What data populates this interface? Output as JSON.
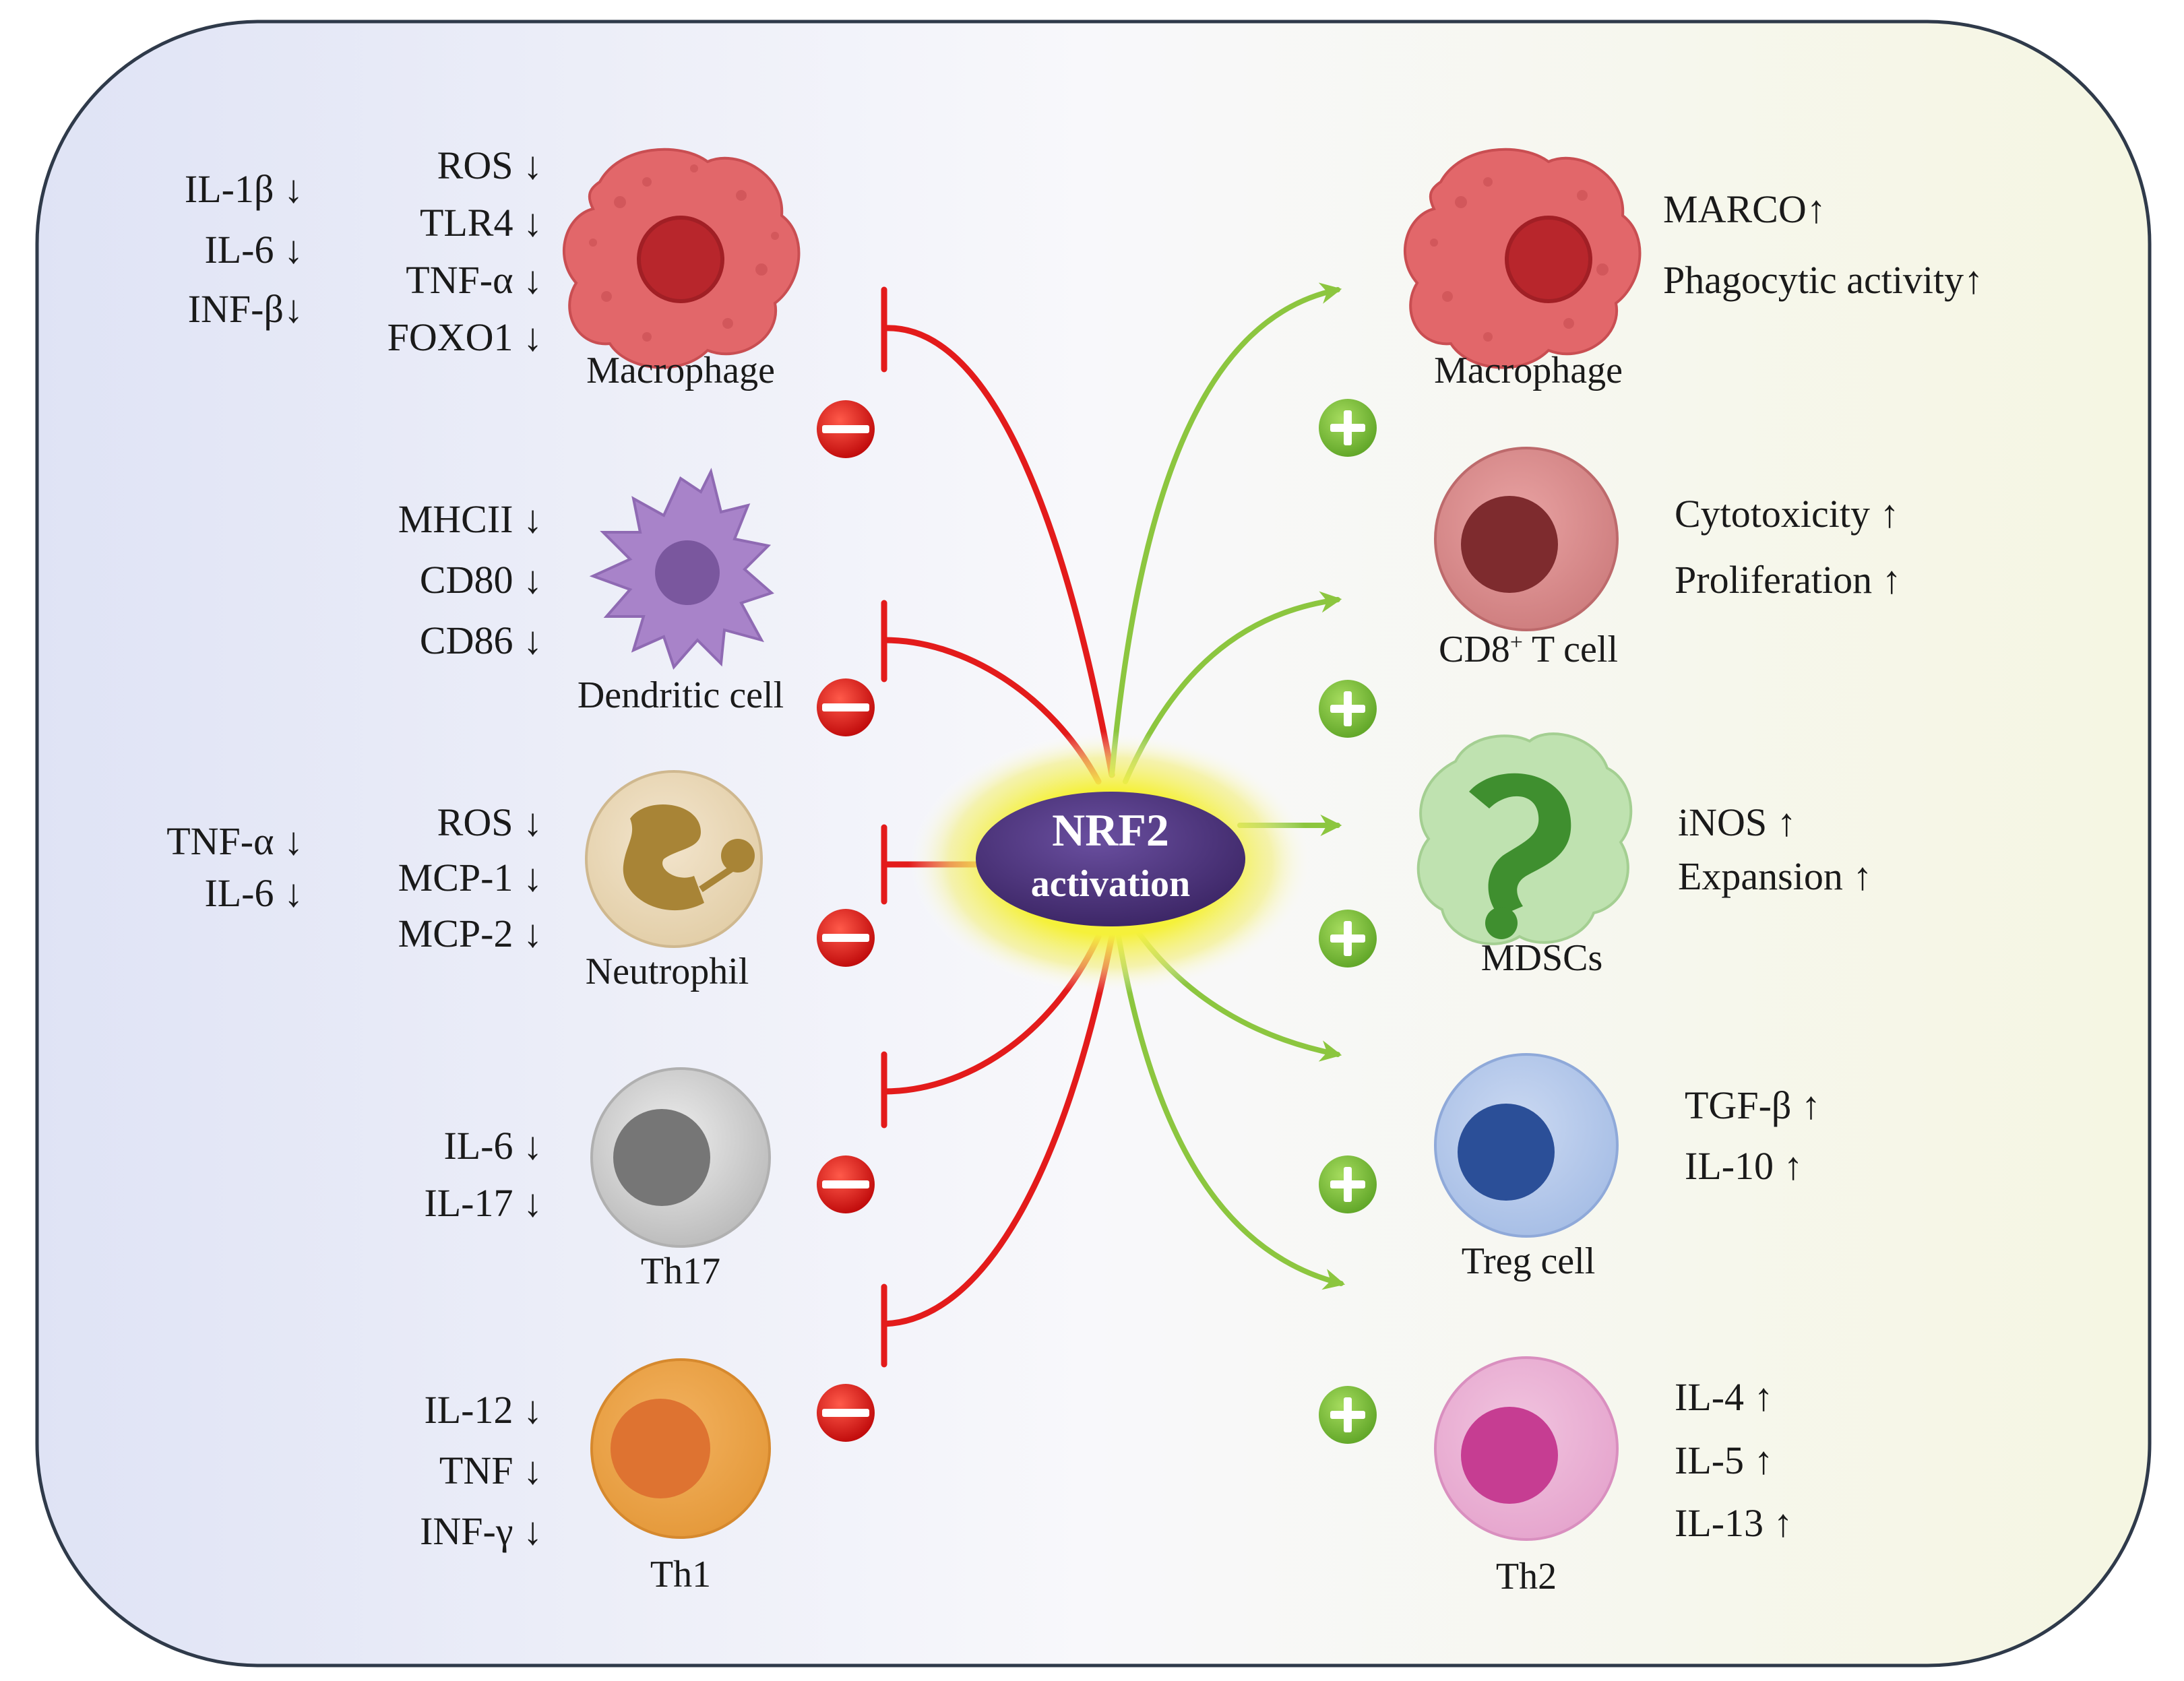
{
  "center": {
    "line1": "NRF2",
    "line2": "activation"
  },
  "colors": {
    "inhibit": "#e31b1b",
    "promote": "#8cc63f",
    "center": "#4a2f78",
    "glow": "#f2ee3a",
    "panel_left": "#e3e6f6",
    "panel_right": "#f6f7e4",
    "border": "#2f3a4a"
  },
  "left": {
    "macrophage": {
      "name": "Macrophage",
      "outer": [
        "IL-1β ↓",
        "IL-6 ↓",
        "INF-β↓"
      ],
      "inner": [
        "ROS ↓",
        "TLR4 ↓",
        "TNF-α ↓",
        "FOXO1 ↓"
      ]
    },
    "dendritic": {
      "name": "Dendritic cell",
      "inner": [
        "MHCII ↓",
        "CD80 ↓",
        "CD86 ↓"
      ]
    },
    "neutrophil": {
      "name": "Neutrophil",
      "outer": [
        "TNF-α ↓",
        "IL-6 ↓"
      ],
      "inner": [
        "ROS ↓",
        "MCP-1 ↓",
        "MCP-2 ↓"
      ]
    },
    "th17": {
      "name": "Th17",
      "inner": [
        "IL-6 ↓",
        "IL-17 ↓"
      ]
    },
    "th1": {
      "name": "Th1",
      "inner": [
        "IL-12 ↓",
        "TNF ↓",
        "INF-γ ↓"
      ]
    }
  },
  "right": {
    "macrophage": {
      "name": "Macrophage",
      "markers": [
        "MARCO↑",
        "Phagocytic activity↑"
      ]
    },
    "cd8": {
      "name_main": "CD8",
      "name_sup": "+",
      "name_rest": " T cell",
      "markers": [
        "Cytotoxicity ↑",
        "Proliferation ↑"
      ]
    },
    "mdsc": {
      "name": "MDSCs",
      "markers": [
        "iNOS ↑",
        "Expansion ↑"
      ]
    },
    "treg": {
      "name": "Treg cell",
      "markers": [
        "TGF-β ↑",
        "IL-10 ↑"
      ]
    },
    "th2": {
      "name": "Th2",
      "markers": [
        "IL-4 ↑",
        "IL-5 ↑",
        "IL-13 ↑"
      ]
    }
  }
}
